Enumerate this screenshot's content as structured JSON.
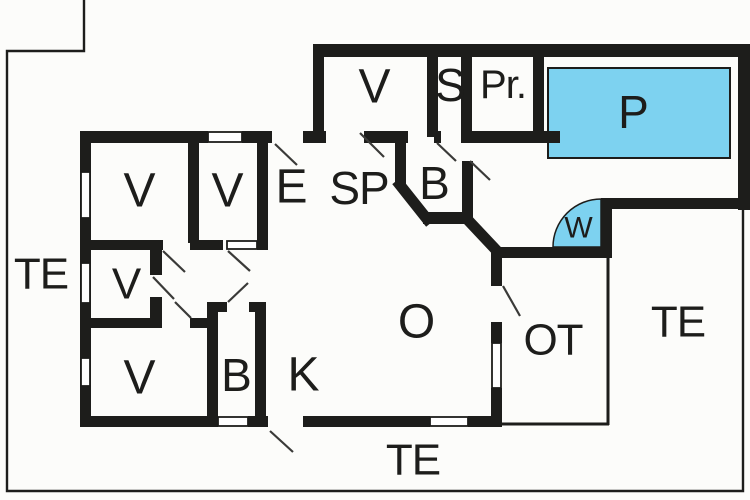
{
  "figure": {
    "type": "floor-plan",
    "description": "Holiday home floor plan with pool"
  },
  "colors": {
    "wall": "#1D1D1B",
    "water": "#7DD2F0",
    "background": "#FCFCFA"
  },
  "rooms": {
    "te_left": "TE",
    "te_right": "TE",
    "te_bottom": "TE",
    "v1": "V",
    "v2": "V",
    "entry": "E",
    "sp": "SP",
    "v_top": "V",
    "sauna": "S",
    "pr": "Pr.",
    "pool": "P",
    "bath_upper": "B",
    "whirlpool": "W",
    "v_mid": "V",
    "v_bottom": "V",
    "bath_lower": "B",
    "kitchen": "K",
    "living": "O",
    "covered_terrace": "OT"
  }
}
